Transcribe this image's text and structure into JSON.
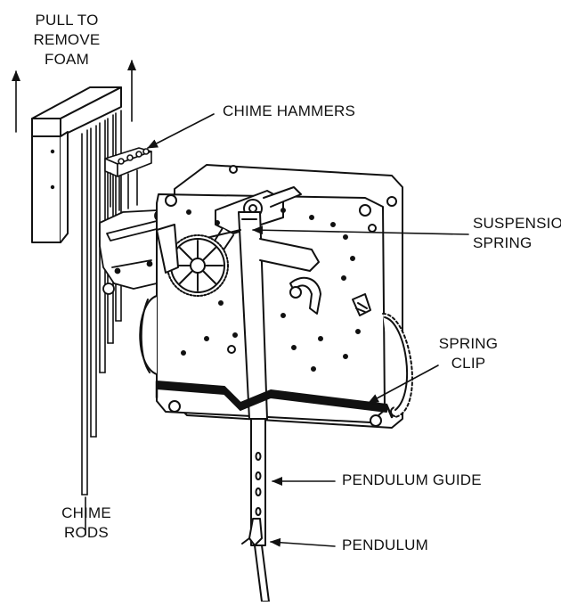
{
  "labels": {
    "pull_to_remove_foam": [
      "PULL TO",
      "REMOVE",
      "FOAM"
    ],
    "chime_hammers": "CHIME HAMMERS",
    "suspension_spring": [
      "SUSPENSION",
      "SPRING"
    ],
    "spring_clip": [
      "SPRING",
      "CLIP"
    ],
    "pendulum_guide": "PENDULUM GUIDE",
    "pendulum": "PENDULUM",
    "chime_rods": [
      "CHIME",
      "RODS"
    ]
  }
}
